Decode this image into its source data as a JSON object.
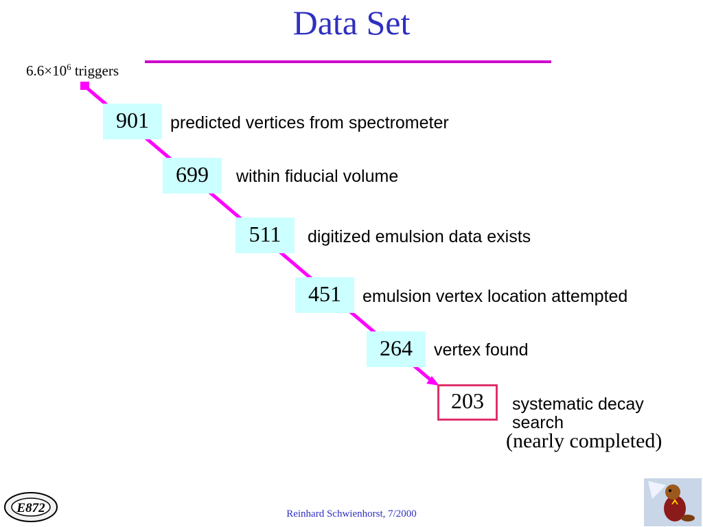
{
  "title": "Data Set",
  "triggers": {
    "base": "6.6×10",
    "exponent": "6",
    "suffix": " triggers"
  },
  "steps": [
    {
      "count": "901",
      "label": "predicted vertices from spectrometer"
    },
    {
      "count": "699",
      "label": "within fiducial volume"
    },
    {
      "count": "511",
      "label": "digitized emulsion data exists"
    },
    {
      "count": "451",
      "label": "emulsion vertex location attempted"
    },
    {
      "count": "264",
      "label": "vertex found"
    },
    {
      "count": "203",
      "label_line1": "systematic decay",
      "label_line2": "search"
    }
  ],
  "note": "(nearly completed)",
  "footer": "Reinhard Schwienhorst, 7/2000",
  "logo_text": "E872",
  "colors": {
    "title": "#2f2fc0",
    "connector": "#ff00ff",
    "box": "#ccffff",
    "highlight": "#e0306a",
    "rule": "#cc00cc"
  }
}
